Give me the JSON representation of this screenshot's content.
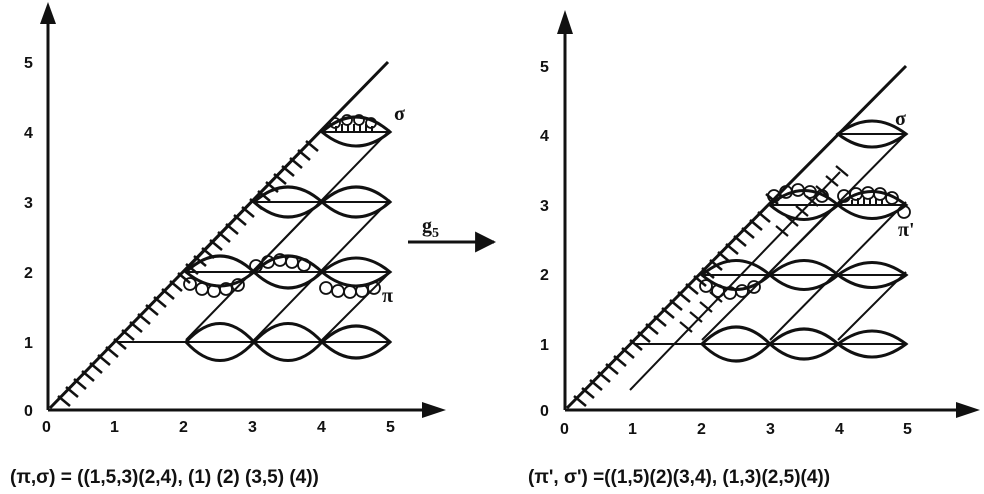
{
  "panels": [
    {
      "id": "left",
      "x_ticks": [
        "0",
        "1",
        "2",
        "3",
        "4",
        "5"
      ],
      "y_ticks": [
        "0",
        "1",
        "2",
        "3",
        "4",
        "5"
      ],
      "sigma_label": "σ",
      "pi_label": "π",
      "caption": "(π,σ) = ((1,5,3)(2,4), (1) (2) (3,5) (4))"
    },
    {
      "id": "right",
      "x_ticks": [
        "0",
        "1",
        "2",
        "3",
        "4",
        "5"
      ],
      "y_ticks": [
        "0",
        "1",
        "2",
        "3",
        "4",
        "5"
      ],
      "sigma_label": "σ",
      "pi_label": "π'",
      "caption": "(π', σ') =((1,5)(2)(3,4), (1,3)(2,5)(4))"
    }
  ],
  "transform": {
    "label": "g",
    "subscript": "5"
  },
  "colors": {
    "ink": "#111111",
    "background": "#ffffff"
  }
}
